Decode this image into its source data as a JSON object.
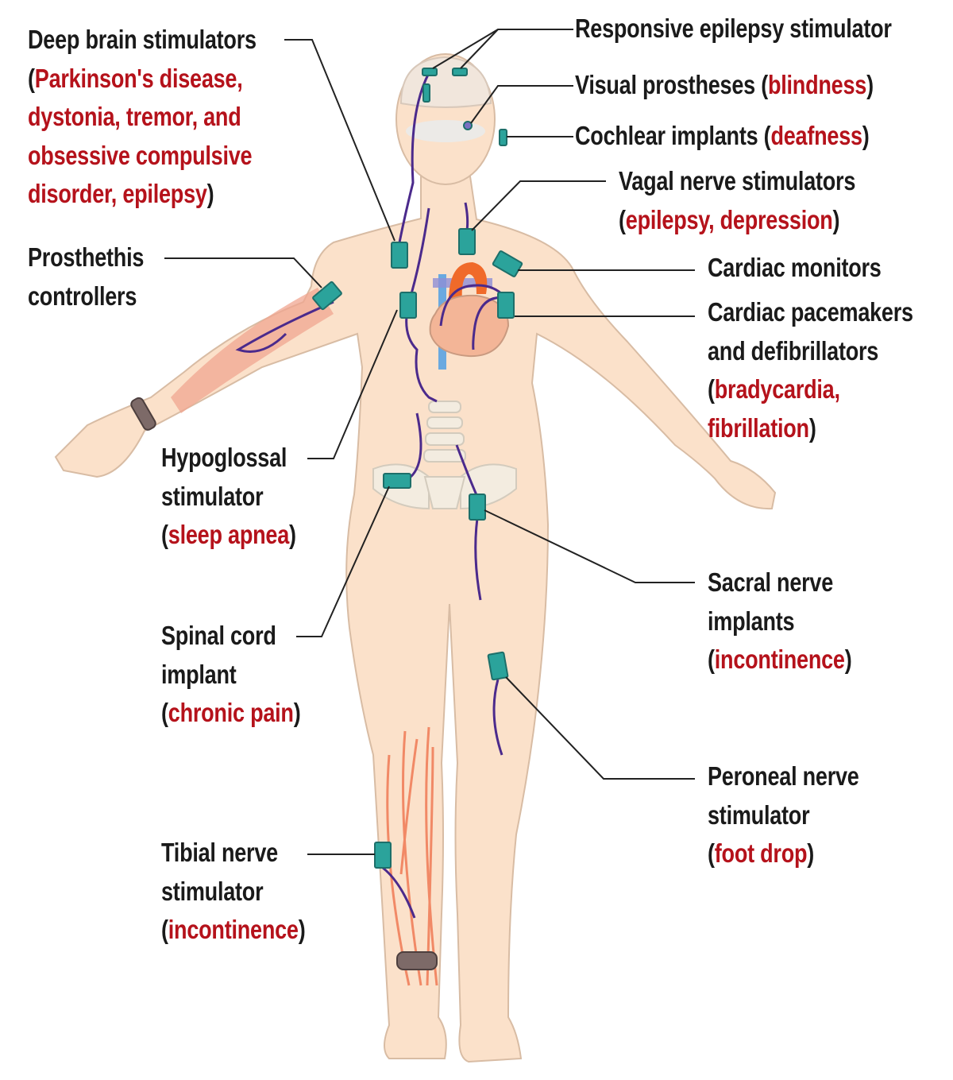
{
  "title": "Implantable neurostimulator devices",
  "colors": {
    "device": "#2ba39b",
    "wire": "#4b2a8c",
    "condition_text": "#b5121b",
    "skin": "#fbe1ca"
  },
  "labels": [
    {
      "id": "deep-brain-stimulators",
      "lines": [
        [
          {
            "t": "Deep brain stimulators"
          }
        ],
        [
          {
            "t": "("
          },
          {
            "t": "Parkinson's disease,",
            "r": true
          }
        ],
        [
          {
            "t": "dystonia, tremor, and",
            "r": true
          }
        ],
        [
          {
            "t": "obsessive compulsive",
            "r": true
          }
        ],
        [
          {
            "t": "disorder, epilepsy",
            "r": true
          },
          {
            "t": ")"
          }
        ]
      ]
    },
    {
      "id": "responsive-epilepsy-stimulator",
      "lines": [
        [
          {
            "t": "Responsive epilepsy stimulator"
          }
        ]
      ]
    },
    {
      "id": "visual-prostheses",
      "lines": [
        [
          {
            "t": "Visual prostheses ("
          },
          {
            "t": "blindness",
            "r": true
          },
          {
            "t": ")"
          }
        ]
      ]
    },
    {
      "id": "cochlear-implants",
      "lines": [
        [
          {
            "t": "Cochlear implants ("
          },
          {
            "t": "deafness",
            "r": true
          },
          {
            "t": ")"
          }
        ]
      ]
    },
    {
      "id": "vagal-nerve-stimulators",
      "lines": [
        [
          {
            "t": "Vagal nerve stimulators"
          }
        ],
        [
          {
            "t": "("
          },
          {
            "t": "epilepsy, depression",
            "r": true
          },
          {
            "t": ")"
          }
        ]
      ]
    },
    {
      "id": "prosthesis-controllers",
      "lines": [
        [
          {
            "t": "Prosthethis"
          }
        ],
        [
          {
            "t": "controllers"
          }
        ]
      ]
    },
    {
      "id": "cardiac-monitors",
      "lines": [
        [
          {
            "t": "Cardiac monitors"
          }
        ]
      ]
    },
    {
      "id": "cardiac-pacemakers",
      "lines": [
        [
          {
            "t": "Cardiac pacemakers"
          }
        ],
        [
          {
            "t": "and defibrillators"
          }
        ],
        [
          {
            "t": "("
          },
          {
            "t": "bradycardia,",
            "r": true
          }
        ],
        [
          {
            "t": "fibrillation",
            "r": true
          },
          {
            "t": ")"
          }
        ]
      ]
    },
    {
      "id": "hypoglossal-stimulator",
      "lines": [
        [
          {
            "t": "Hypoglossal"
          }
        ],
        [
          {
            "t": "stimulator"
          }
        ],
        [
          {
            "t": "("
          },
          {
            "t": "sleep apnea",
            "r": true
          },
          {
            "t": ")"
          }
        ]
      ]
    },
    {
      "id": "sacral-nerve-implants",
      "lines": [
        [
          {
            "t": "Sacral nerve"
          }
        ],
        [
          {
            "t": "implants"
          }
        ],
        [
          {
            "t": "("
          },
          {
            "t": "incontinence",
            "r": true
          },
          {
            "t": ")"
          }
        ]
      ]
    },
    {
      "id": "spinal-cord-implant",
      "lines": [
        [
          {
            "t": "Spinal cord"
          }
        ],
        [
          {
            "t": "implant"
          }
        ],
        [
          {
            "t": "("
          },
          {
            "t": "chronic pain",
            "r": true
          },
          {
            "t": ")"
          }
        ]
      ]
    },
    {
      "id": "peroneal-nerve-stimulator",
      "lines": [
        [
          {
            "t": "Peroneal nerve"
          }
        ],
        [
          {
            "t": "stimulator"
          }
        ],
        [
          {
            "t": "("
          },
          {
            "t": "foot drop",
            "r": true
          },
          {
            "t": ")"
          }
        ]
      ]
    },
    {
      "id": "tibial-nerve-stimulator",
      "lines": [
        [
          {
            "t": "Tibial nerve"
          }
        ],
        [
          {
            "t": "stimulator"
          }
        ],
        [
          {
            "t": "("
          },
          {
            "t": "incontinence",
            "r": true
          },
          {
            "t": ")"
          }
        ]
      ]
    }
  ]
}
